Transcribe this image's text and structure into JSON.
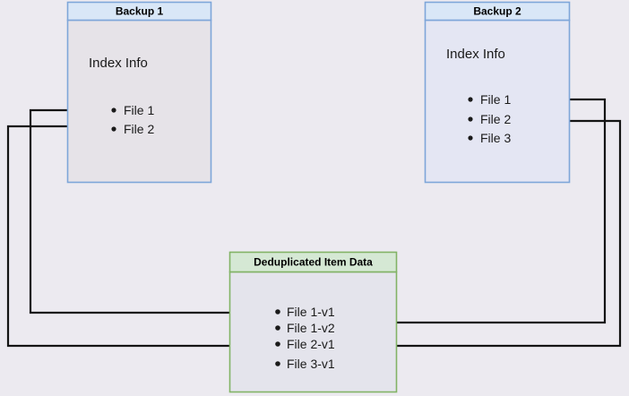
{
  "diagram": {
    "title": "Backup deduplication index diagram",
    "background_color": "#eceaf0",
    "boxes": [
      {
        "id": "backup1",
        "header": "Backup 1",
        "body_label": "Index Info",
        "header_fill": "#d9e7f7",
        "header_border": "#7ea6d9",
        "body_fill": "#e6e3e8",
        "body_border": "#7ea6d9",
        "items": [
          "File 1",
          "File 2"
        ]
      },
      {
        "id": "backup2",
        "header": "Backup 2",
        "body_label": "Index Info",
        "header_fill": "#d9e7f7",
        "header_border": "#7ea6d9",
        "body_fill": "#e4e6f3",
        "body_border": "#7ea6d9",
        "items": [
          "File 1",
          "File 2",
          "File 3"
        ]
      },
      {
        "id": "dedup",
        "header": "Deduplicated Item Data",
        "body_label": "",
        "header_fill": "#d5e8d4",
        "header_border": "#82b366",
        "body_fill": "#e4e4ec",
        "body_border": "#82b366",
        "items": [
          "File 1-v1",
          "File 1-v2",
          "File 2-v1",
          "File 3-v1"
        ]
      }
    ],
    "connections": [
      {
        "id": "b1-file1-to-file1v1",
        "from": "Backup 1 / File 1",
        "to": "Deduplicated Item Data / File 1-v1"
      },
      {
        "id": "b1-file2-to-file2v1",
        "from": "Backup 1 / File 2",
        "to": "Deduplicated Item Data / File 2-v1"
      },
      {
        "id": "b2-file1-to-file1v2",
        "from": "Backup 2 / File 1",
        "to": "Deduplicated Item Data / File 1-v2"
      },
      {
        "id": "b2-file2-to-file2v1",
        "from": "Backup 2 / File 2",
        "to": "Deduplicated Item Data / File 2-v1"
      }
    ],
    "line_color": "#141414"
  }
}
